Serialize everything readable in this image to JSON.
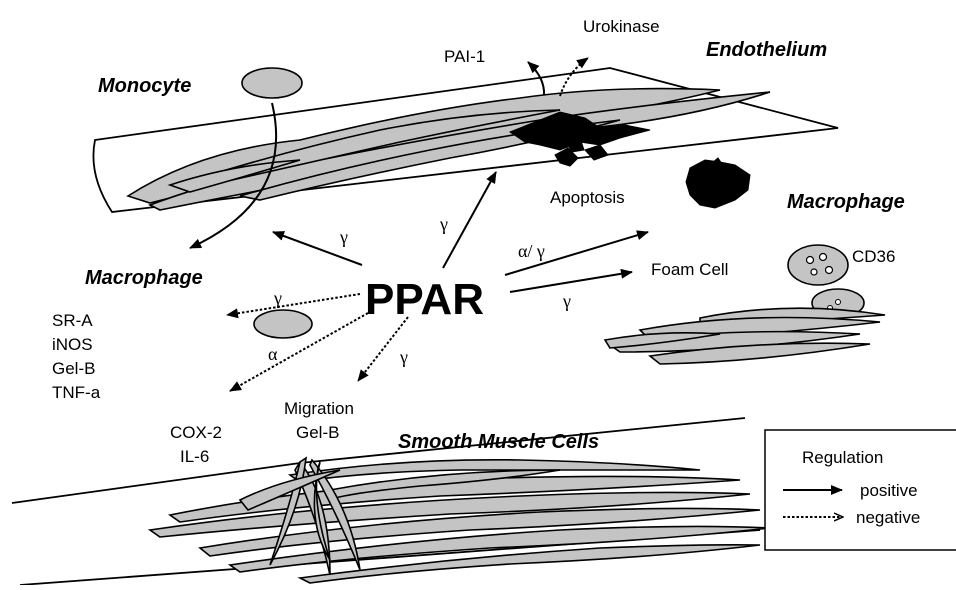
{
  "center": {
    "label": "PPAR"
  },
  "regions": {
    "monocyte": "Monocyte",
    "endothelium": "Endothelium",
    "macrophage_left": "Macrophage",
    "macrophage_right": "Macrophage",
    "smooth_muscle": "Smooth Muscle Cells"
  },
  "labels": {
    "pai1": "PAI-1",
    "urokinase": "Urokinase",
    "apoptosis": "Apoptosis",
    "foam_cell": "Foam Cell",
    "cd36": "CD36",
    "sra": "SR-A",
    "inos": "iNOS",
    "gelb_left": "Gel-B",
    "tnfa": "TNF-a",
    "cox2": "COX-2",
    "il6": "IL-6",
    "migration": "Migration",
    "gelb_mid": "Gel-B"
  },
  "greek": {
    "to_macrophage": "γ",
    "to_endothelium": "γ",
    "to_foam_upper": "α/ γ",
    "to_foam_lower": "γ",
    "to_srA": "γ",
    "to_cox2": "α",
    "to_migration": "γ"
  },
  "legend": {
    "title": "Regulation",
    "positive": "positive",
    "negative": "negative"
  },
  "colors": {
    "cell_fill": "#c4c4c4",
    "line": "#000000",
    "background": "#ffffff"
  }
}
